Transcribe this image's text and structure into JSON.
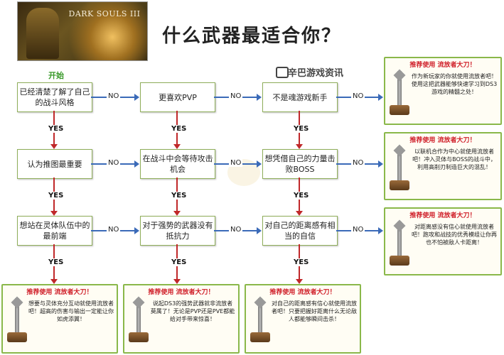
{
  "banner": {
    "logo_text": "DARK SOULS III"
  },
  "title": "什么武器最适合你？",
  "watermark": "辛巴游戏资讯",
  "start_label": "开始",
  "questions": [
    "已经清楚了解了自己的战斗风格",
    "更喜欢PVP",
    "不是魂游戏新手",
    "认为推图最重要",
    "在战斗中会等待攻击机会",
    "想凭借自己的力量击败BOSS",
    "想站在灵体队伍中的最前端",
    "对于强势的武器没有抵抗力",
    "对自己的距离感有相当的自信"
  ],
  "labels": {
    "no": "NO",
    "yes": "YES"
  },
  "recommendations": {
    "heading": "推荐使用 流放者大刀！",
    "right": [
      "作为新玩家的你就使用流放者吧！使用这把武器能够快速学习到DS3游戏的精髓之处！",
      "以联机合作为中心就使用流放者吧！冲入灵体与BOSS的战斗中，利用高削刃制造巨大的混乱！",
      "对距离感没有信心就使用流放者吧！跑攻和战技的优秀模组让你再也不怕被敌人卡距离！"
    ],
    "bottom": [
      "想要与灵体充分互动就使用流放者吧！超高的伤害与输出一定能让你如虎添翼！",
      "说起DS3的强势武器就非流放者莫属了！无论是PVP还是PVE都能给对手带来惊喜！",
      "对自己的距离感有信心就使用流放者吧！只要把握好距离什么无论敌人都能够瞬间击杀！"
    ]
  },
  "colors": {
    "yes_arrow": "#c0282a",
    "no_arrow": "#3a6ab8",
    "box_border": "#8fae5a",
    "rec_heading": "#d0202a",
    "start": "#3a9a2a"
  }
}
